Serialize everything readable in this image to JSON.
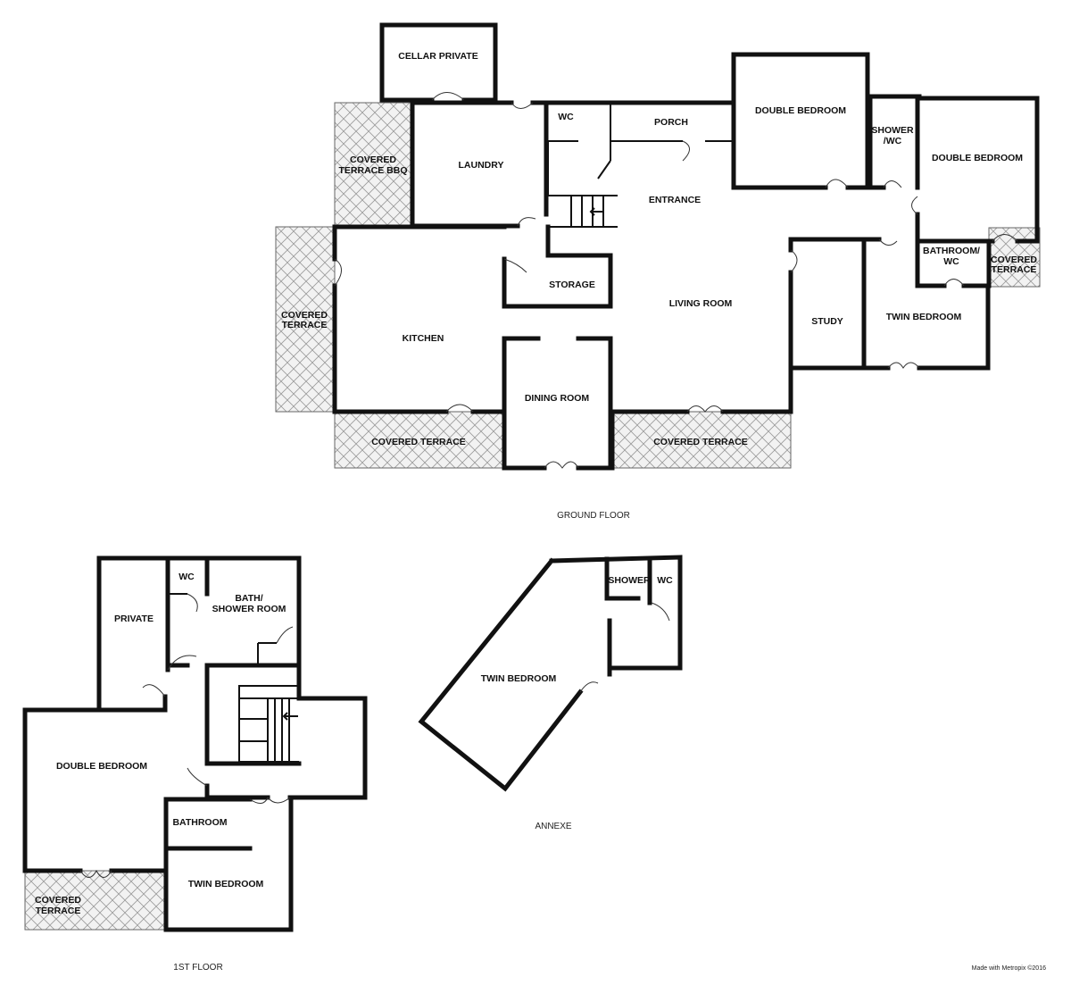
{
  "floors": {
    "ground": {
      "label": "GROUND FLOOR",
      "rooms": {
        "cellar": "CELLAR PRIVATE",
        "terrace_bbq": [
          "COVERED",
          "TERRACE BBQ"
        ],
        "laundry": "LAUNDRY",
        "wc": "WC",
        "porch": "PORCH",
        "double_bedroom_1": "DOUBLE BEDROOM",
        "shower_wc": [
          "SHOWER",
          "/WC"
        ],
        "double_bedroom_2": "DOUBLE BEDROOM",
        "entrance": "ENTRANCE",
        "bathroom_wc": [
          "BATHROOM/",
          "WC"
        ],
        "covered_terrace_right": [
          "COVERED",
          "TERRACE"
        ],
        "covered_terrace_left": [
          "COVERED",
          "TERRACE"
        ],
        "storage": "STORAGE",
        "living_room": "LIVING ROOM",
        "study": "STUDY",
        "twin_bedroom": "TWIN BEDROOM",
        "kitchen": "KITCHEN",
        "dining_room": "DINING ROOM",
        "covered_terrace_bottom_left": "COVERED TERRACE",
        "covered_terrace_bottom_right": "COVERED TERRACE"
      }
    },
    "first": {
      "label": "1ST FLOOR",
      "rooms": {
        "private": "PRIVATE",
        "wc": "WC",
        "bath_shower": [
          "BATH/",
          "SHOWER ROOM"
        ],
        "double_bedroom": "DOUBLE BEDROOM",
        "bathroom": "BATHROOM",
        "twin_bedroom": "TWIN BEDROOM",
        "covered_terrace": [
          "COVERED",
          "TERRACE"
        ]
      }
    },
    "annexe": {
      "label": "ANNEXE",
      "rooms": {
        "shower": "SHOWER",
        "wc": "WC",
        "twin_bedroom": "TWIN BEDROOM"
      }
    }
  },
  "credit": "Made with Metropix ©2016"
}
